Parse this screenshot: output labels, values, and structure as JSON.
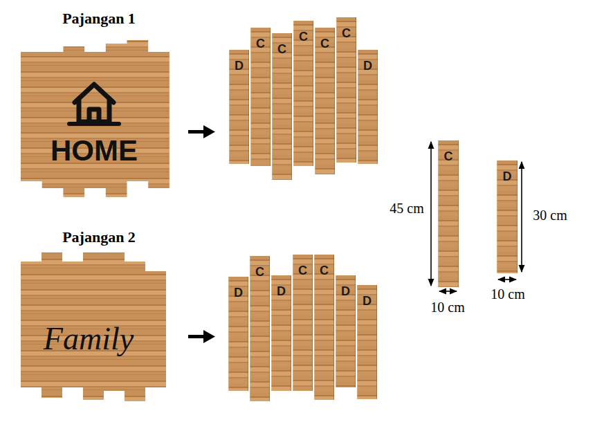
{
  "diagram": {
    "nodes": [
      {
        "text": [
          "Pajangan 1",
          "HOME"
        ]
      },
      {
        "text": [
          "D"
        ]
      },
      {
        "text": [
          "C"
        ]
      },
      {
        "text": [
          "C"
        ]
      },
      {
        "text": [
          "C"
        ]
      },
      {
        "text": [
          "C"
        ]
      },
      {
        "text": [
          "C"
        ]
      },
      {
        "text": [
          "D"
        ]
      },
      {
        "text": [
          "Pajangan 2",
          "Family"
        ]
      },
      {
        "text": [
          "D"
        ]
      },
      {
        "text": [
          "C"
        ]
      },
      {
        "text": [
          "D"
        ]
      },
      {
        "text": [
          "C"
        ]
      },
      {
        "text": [
          "C"
        ]
      },
      {
        "text": [
          "D"
        ]
      },
      {
        "text": [
          "D"
        ]
      },
      {
        "text": [
          "C"
        ]
      },
      {
        "text": [
          "D"
        ]
      }
    ],
    "labels": [
      "45 cm",
      "10 cm",
      "30 cm",
      "10 cm"
    ]
  }
}
